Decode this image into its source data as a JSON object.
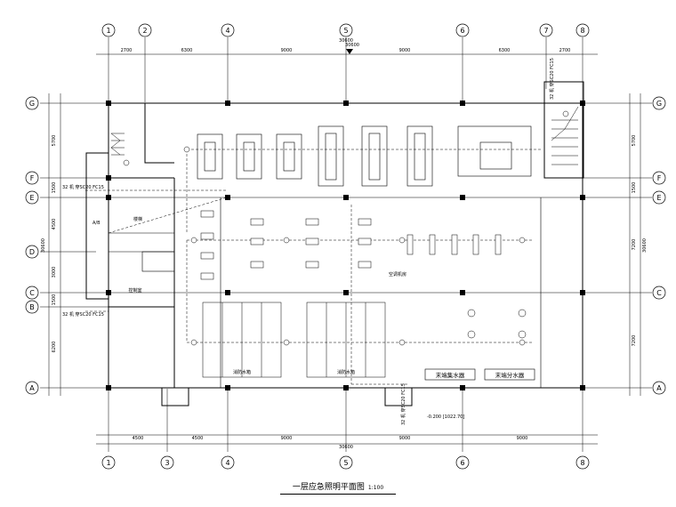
{
  "drawing": {
    "title": "一层应急照明平面图",
    "scale": "1:100",
    "total_dimension": "30600",
    "top_grid_labels": [
      "1",
      "2",
      "4",
      "5",
      "6",
      "7",
      "8"
    ],
    "bottom_grid_labels": [
      "1",
      "3",
      "4",
      "5",
      "6",
      "8"
    ],
    "row_labels": [
      "G",
      "F",
      "E",
      "D",
      "C",
      "B",
      "A"
    ],
    "top_dimensions": [
      "2700",
      "6300",
      "9000",
      "9000",
      "6300",
      "2700"
    ],
    "bottom_dimensions": [
      "4500",
      "4500",
      "9000",
      "9000",
      "9000"
    ],
    "left_dimensions": [
      "5700",
      "1500",
      "4500",
      "3000",
      "1500",
      "6200"
    ],
    "right_dimensions": [
      "5700",
      "1500",
      "7200",
      "7200"
    ],
    "rooms": {
      "water_tank_1": "消防水箱",
      "water_tank_2": "消防水箱",
      "ac_room": "空调机房",
      "control_room": "控制室",
      "collector": "末端集水器",
      "distributor": "末端分水器",
      "stair_label": "楼梯"
    },
    "annotations": {
      "elevation": "-0.200 [1022.70]",
      "left_note_top": "32 机 穿SC20 FC15",
      "left_note_mid": "32 机 穿SC20 FC15",
      "top_note": "30600",
      "right_note": "32 机 穿SC20 FC15",
      "bottom_note": "32 机 穿SC20 FC15"
    },
    "fixture_label": "A/B"
  }
}
